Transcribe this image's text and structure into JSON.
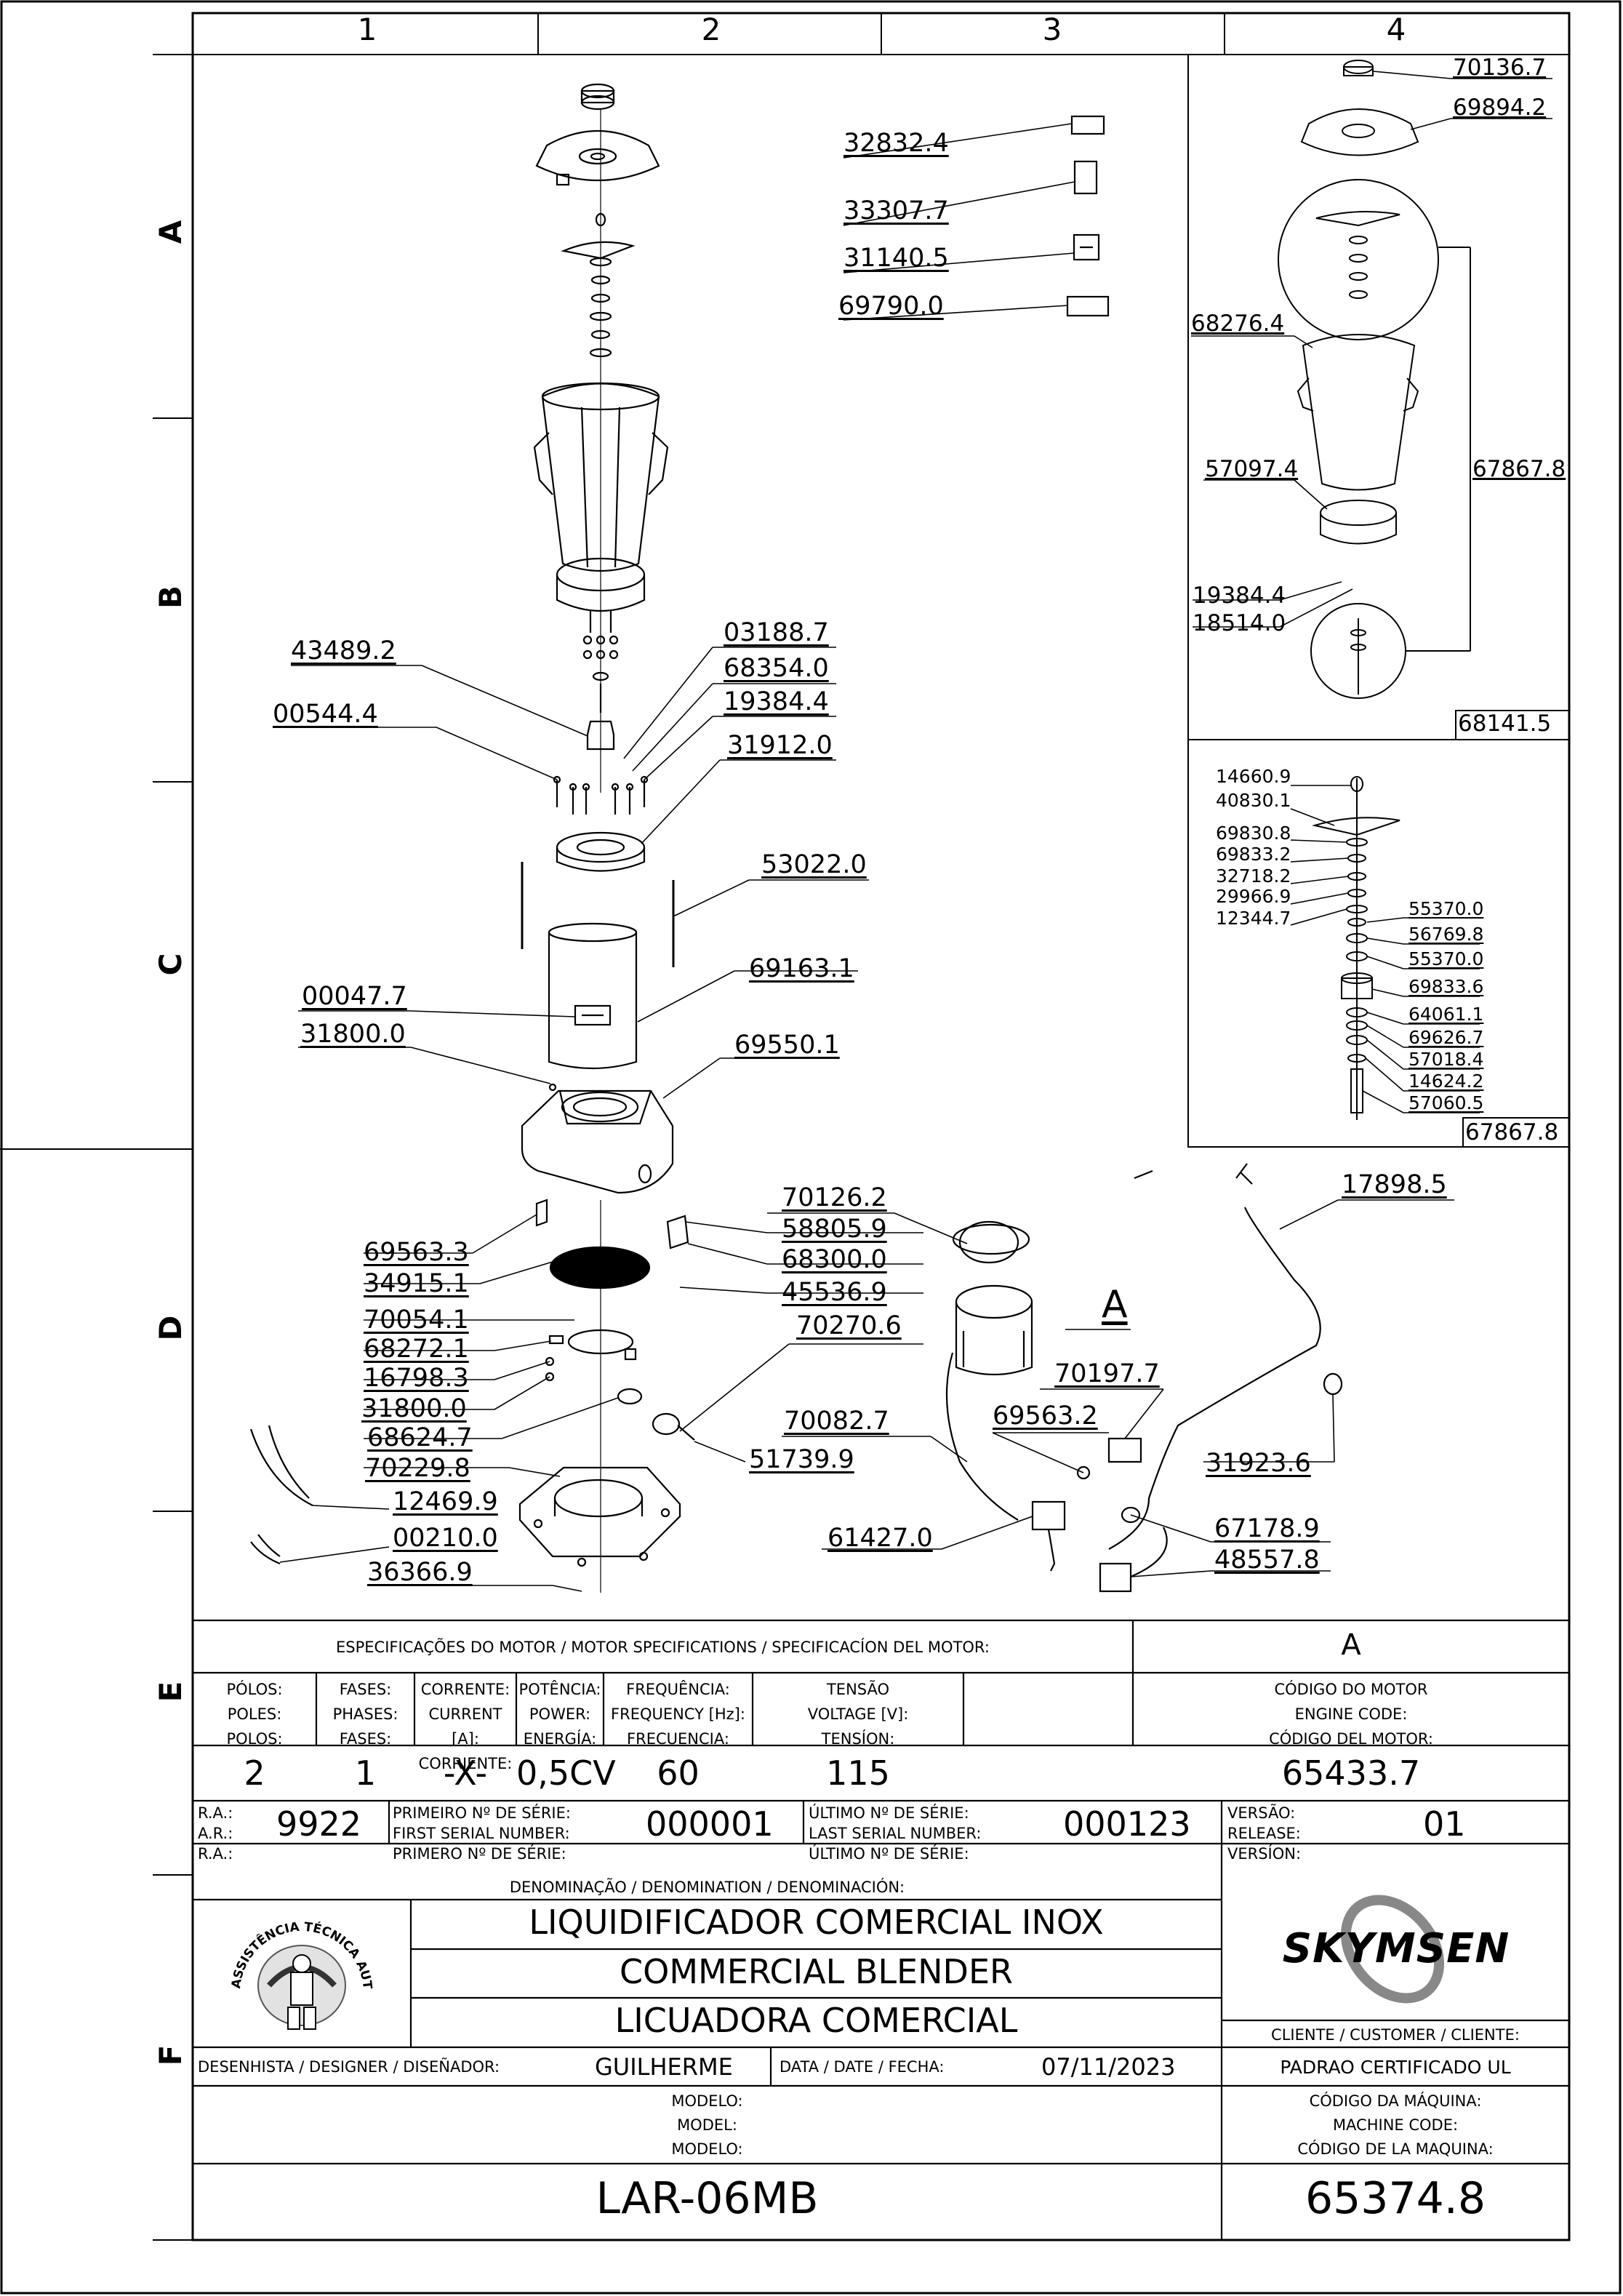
{
  "grid": {
    "columns": [
      "1",
      "2",
      "3",
      "4"
    ],
    "rows": [
      "A",
      "B",
      "C",
      "D",
      "E",
      "F"
    ]
  },
  "callouts": {
    "c_32832": "32832.4",
    "c_33307": "33307.7",
    "c_31140": "31140.5",
    "c_69790": "69790.0",
    "c_43489": "43489.2",
    "c_03188": "03188.7",
    "c_68354": "68354.0",
    "c_00544": "00544.4",
    "c_19384a": "19384.4",
    "c_31912": "31912.0",
    "c_53022": "53022.0",
    "c_69163": "69163.1",
    "c_00047": "00047.7",
    "c_31800a": "31800.0",
    "c_69550": "69550.1",
    "c_70126": "70126.2",
    "c_58805": "58805.9",
    "c_68300": "68300.0",
    "c_45536": "45536.9",
    "c_69563a": "69563.3",
    "c_34915": "34915.1",
    "c_70054": "70054.1",
    "c_70270": "70270.6",
    "c_68272": "68272.1",
    "c_16798": "16798.3",
    "c_31800b": "31800.0",
    "c_68624": "68624.7",
    "c_70229": "70229.8",
    "c_12469": "12469.9",
    "c_00210": "00210.0",
    "c_36366": "36366.9",
    "c_51739": "51739.9",
    "c_A": "A",
    "c_70197": "70197.7",
    "c_69563b": "69563.2",
    "c_70082": "70082.7",
    "c_61427": "61427.0",
    "c_67178": "67178.9",
    "c_48557": "48557.8",
    "c_17898": "17898.5",
    "c_31923": "31923.6"
  },
  "detail_top": {
    "c_70136": "70136.7",
    "c_69894": "69894.2",
    "c_68276": "68276.4",
    "c_67867": "67867.8",
    "c_57097": "57097.4",
    "c_19384": "19384.4",
    "c_18514": "18514.0",
    "code": "68141.5"
  },
  "detail_bottom": {
    "left": [
      "14660.9",
      "40830.1",
      "69830.8",
      "69833.2",
      "32718.2",
      "29966.9",
      "12344.7"
    ],
    "right": [
      "55370.0",
      "56769.8",
      "55370.0",
      "69833.6",
      "64061.1",
      "69626.7",
      "57018.4",
      "14624.2",
      "57060.5"
    ],
    "code": "67867.8"
  },
  "motor_spec": {
    "title": "ESPECIFICAÇÕES DO MOTOR / MOTOR SPECIFICATIONS / SPECIFICACÍON DEL MOTOR:",
    "engine_col_title": "A",
    "headers": {
      "poles": [
        "PÓLOS:",
        "POLES:",
        "POLOS:"
      ],
      "phases": [
        "FASES:",
        "PHASES:",
        "FASES:"
      ],
      "current": [
        "CORRENTE:",
        "CURRENT [A]:",
        "CORRIENTE:"
      ],
      "power": [
        "POTÊNCIA:",
        "POWER:",
        "ENERGÍA:"
      ],
      "frequency": [
        "FREQUÊNCIA:",
        "FREQUENCY [Hz]:",
        "FRECUENCIA:"
      ],
      "voltage": [
        "TENSÃO",
        "VOLTAGE [V]:",
        "TENSÍON:"
      ],
      "engine_code": [
        "CÓDIGO DO MOTOR",
        "ENGINE CODE:",
        "CÓDIGO DEL MOTOR:"
      ]
    },
    "values": {
      "poles": "2",
      "phases": "1",
      "current": "-X-",
      "power": "0,5CV",
      "frequency": "60",
      "voltage": "115",
      "engine_code": "65433.7"
    }
  },
  "serials": {
    "ra_labels": [
      "R.A.:",
      "A.R.:",
      "R.A.:"
    ],
    "ra_value": "9922",
    "first_labels": [
      "PRIMEIRO Nº DE SÉRIE:",
      "FIRST SERIAL NUMBER:",
      "PRIMERO Nº DE SÉRIE:"
    ],
    "first_value": "000001",
    "last_labels": [
      "ÚLTIMO Nº DE SÉRIE:",
      "LAST SERIAL NUMBER:",
      "ÚLTIMO Nº DE SÉRIE:"
    ],
    "last_value": "000123",
    "version_labels": [
      "VERSÃO:",
      "RELEASE:",
      "VERSÍON:"
    ],
    "version_value": "01"
  },
  "title_block": {
    "denomination_label": "DENOMINAÇÃO / DENOMINATION / DENOMINACIÓN:",
    "names": [
      "LIQUIDIFICADOR COMERCIAL INOX",
      "COMMERCIAL BLENDER",
      "LICUADORA COMERCIAL"
    ],
    "seal_text": "ASSISTÊNCIA TÉCNICA AUTORIZADA",
    "brand": "SKYMSEN",
    "customer_label": "CLIENTE / CUSTOMER / CLIENTE:",
    "designer_label": "DESENHISTA / DESIGNER / DISEÑADOR:",
    "designer": "GUILHERME",
    "date_label": "DATA / DATE / FECHA:",
    "date": "07/11/2023",
    "customer": "PADRAO CERTIFICADO UL",
    "model_labels": [
      "MODELO:",
      "MODEL:",
      "MODELO:"
    ],
    "model": "LAR-06MB",
    "machine_code_labels": [
      "CÓDIGO DA MÁQUINA:",
      "MACHINE CODE:",
      "CÓDIGO DE LA MAQUINA:"
    ],
    "machine_code": "65374.8"
  }
}
